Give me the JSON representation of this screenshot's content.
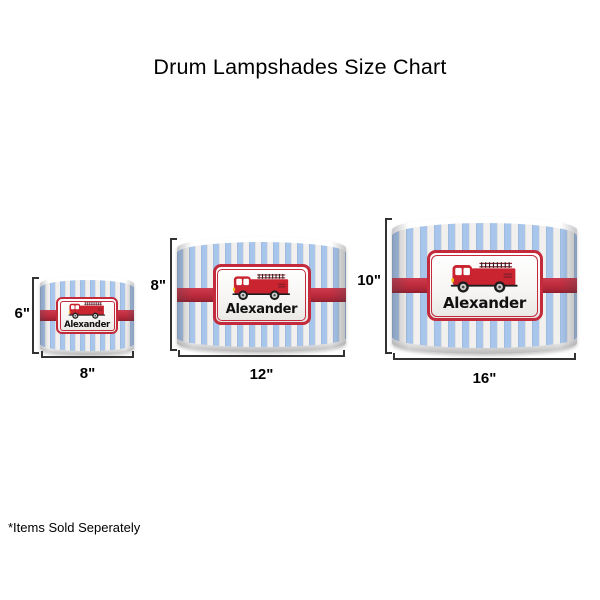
{
  "title": "Drum Lampshades Size Chart",
  "footnote": "*Items Sold Seperately",
  "product": {
    "pattern": "firetruck-stripes",
    "personalized_name": "Alexander"
  },
  "lampshades": [
    {
      "size_name": "small",
      "height_label": "6\"",
      "width_label": "8\"",
      "name": "Alexander"
    },
    {
      "size_name": "medium",
      "height_label": "8\"",
      "width_label": "12\"",
      "name": "Alexander"
    },
    {
      "size_name": "large",
      "height_label": "10\"",
      "width_label": "16\"",
      "name": "Alexander"
    }
  ],
  "icons": [
    "fire-truck-icon"
  ],
  "colors": {
    "stripe_blue": "#A8C6EC",
    "band_red": "#BE2B3D",
    "band_red_dark": "#8E1F2D",
    "label_border_red": "#C32B3C",
    "truck_red": "#C9242F",
    "truck_red_dark": "#8E1F2D",
    "headlight_yellow": "#F2C51D",
    "dimension_line": "#333333",
    "text": "#000000"
  }
}
